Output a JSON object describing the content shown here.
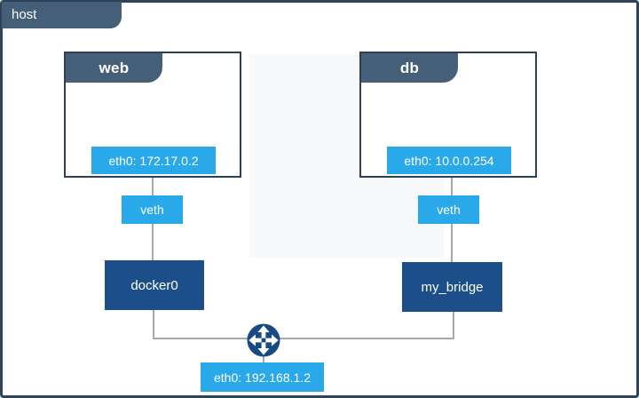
{
  "host": {
    "label": "host",
    "eth_label": "eth0: 192.168.1.2"
  },
  "containers": [
    {
      "name": "web",
      "eth_label": "eth0: 172.17.0.2",
      "veth_label": "veth",
      "bridge_label": "docker0"
    },
    {
      "name": "db",
      "eth_label": "eth0: 10.0.0.254",
      "veth_label": "veth",
      "bridge_label": "my_bridge"
    }
  ],
  "icons": {
    "router": "crossroads-arrows-icon"
  },
  "colors": {
    "header_slate": "#455F78",
    "box_border": "#2C4156",
    "bridge_navy": "#1C4E89",
    "eth_blue": "#29A9EA",
    "router_navy": "#164A81",
    "connector_gray": "#A8A8A8",
    "frame_border": "#2E4358"
  }
}
